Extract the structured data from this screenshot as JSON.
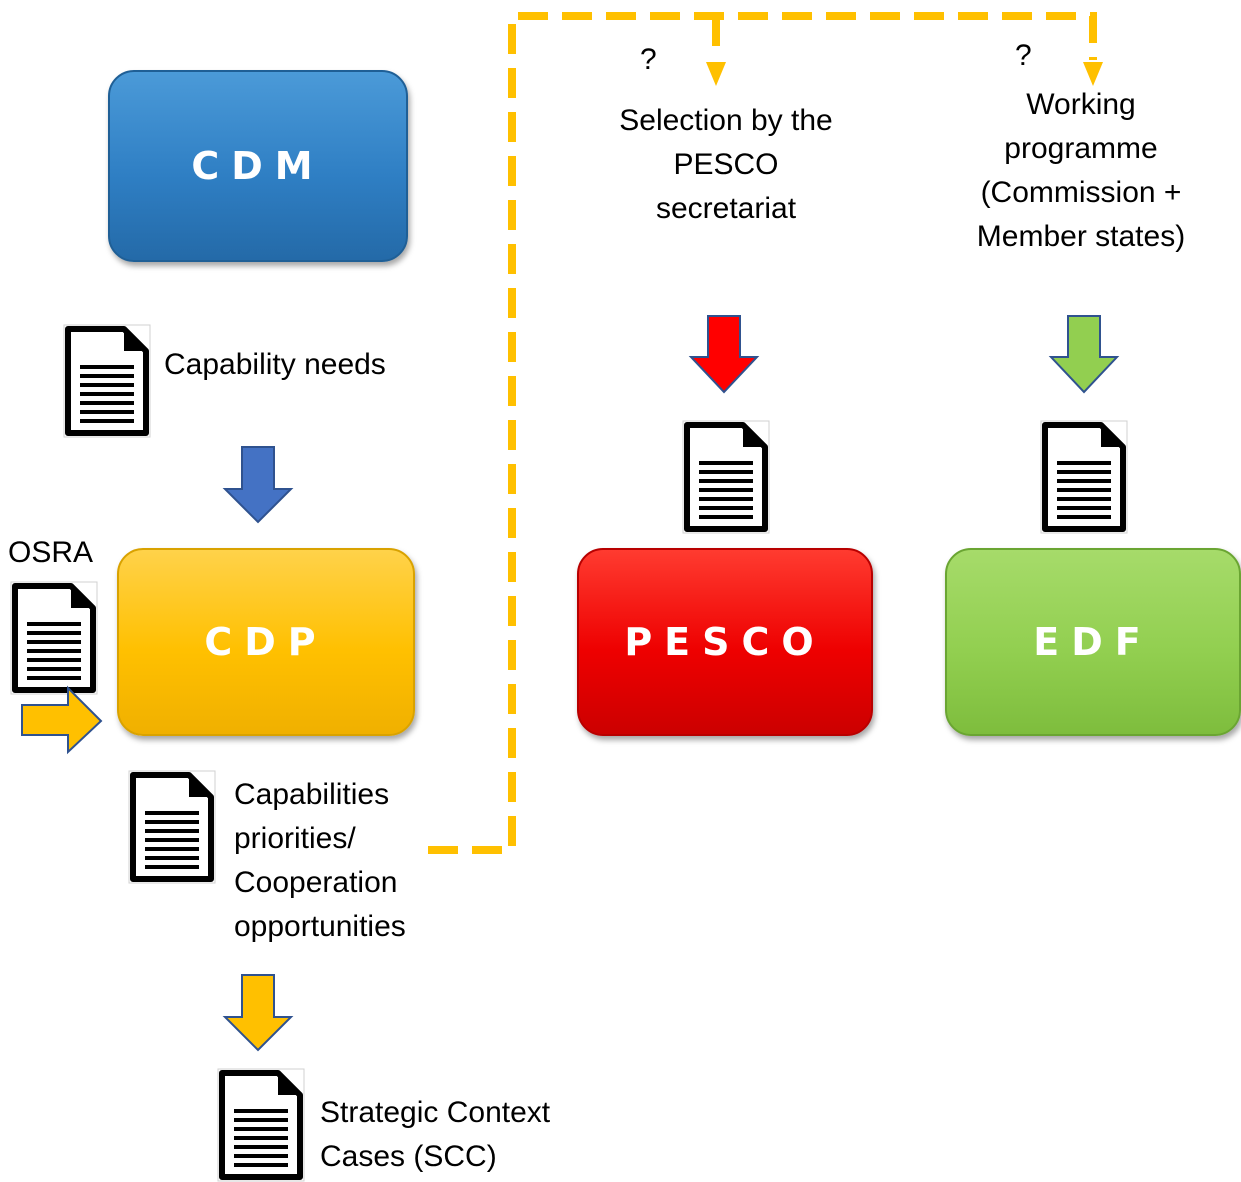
{
  "boxes": {
    "cdm": "CDM",
    "cdp": "CDP",
    "pesco": "PESCO",
    "edf": "EDF"
  },
  "labels": {
    "osra": "OSRA",
    "capability_needs": "Capability needs",
    "capabilities_priorities": [
      "Capabilities",
      "priorities/",
      "Cooperation",
      "opportunities"
    ],
    "scc": [
      "Strategic Context",
      "Cases (SCC)"
    ],
    "pesco_selection": [
      "Selection by the",
      "PESCO",
      "secretariat"
    ],
    "working_programme": [
      "Working",
      "programme",
      "(Commission +",
      "Member states)"
    ],
    "question_1": "?",
    "question_2": "?"
  },
  "colors": {
    "cdm": "#2f7fc4",
    "cdp": "#ffc000",
    "pesco": "#ee0000",
    "edf": "#92cf50",
    "blue_arrow": "#4472c4",
    "dashed_line": "#ffc000"
  },
  "icons": [
    "document-icon",
    "arrow-down-icon",
    "arrow-right-icon"
  ]
}
